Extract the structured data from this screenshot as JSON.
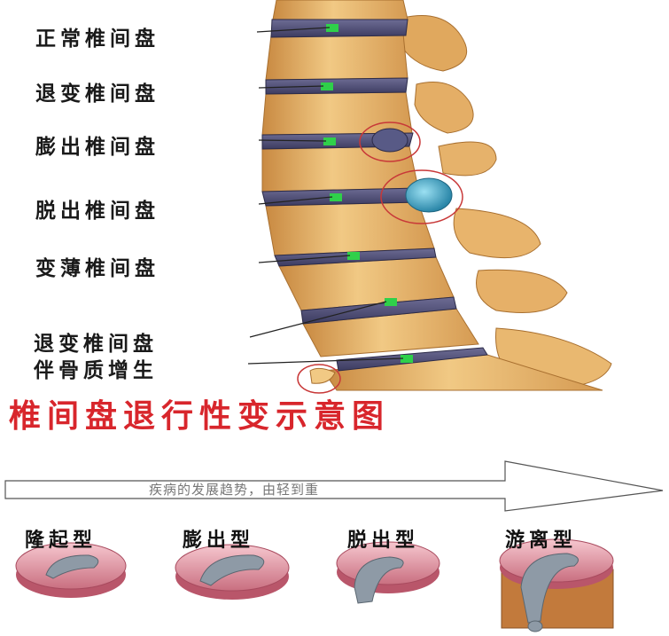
{
  "labels": {
    "normal": "正常椎间盘",
    "degenerated": "退变椎间盘",
    "bulging": "膨出椎间盘",
    "herniated": "脱出椎间盘",
    "thinned": "变薄椎间盘",
    "degen_spur_line1": "退变椎间盘",
    "degen_spur_line2": "伴骨质增生"
  },
  "title": "椎间盘退行性变示意图",
  "trend_arrow": {
    "label": "疾病的发展趋势，由轻到重"
  },
  "stages": [
    "隆起型",
    "膨出型",
    "脱出型",
    "游离型"
  ],
  "colors": {
    "title": "#d8262c",
    "bone": "#e8b36a",
    "bone_dark": "#b87a35",
    "disc": "#4b4a73",
    "nucleus_marker": "#2fd04a",
    "herniation": "#3aa9c8",
    "annulus": "#e9a5b0",
    "highlight_circle": "#c83838"
  }
}
